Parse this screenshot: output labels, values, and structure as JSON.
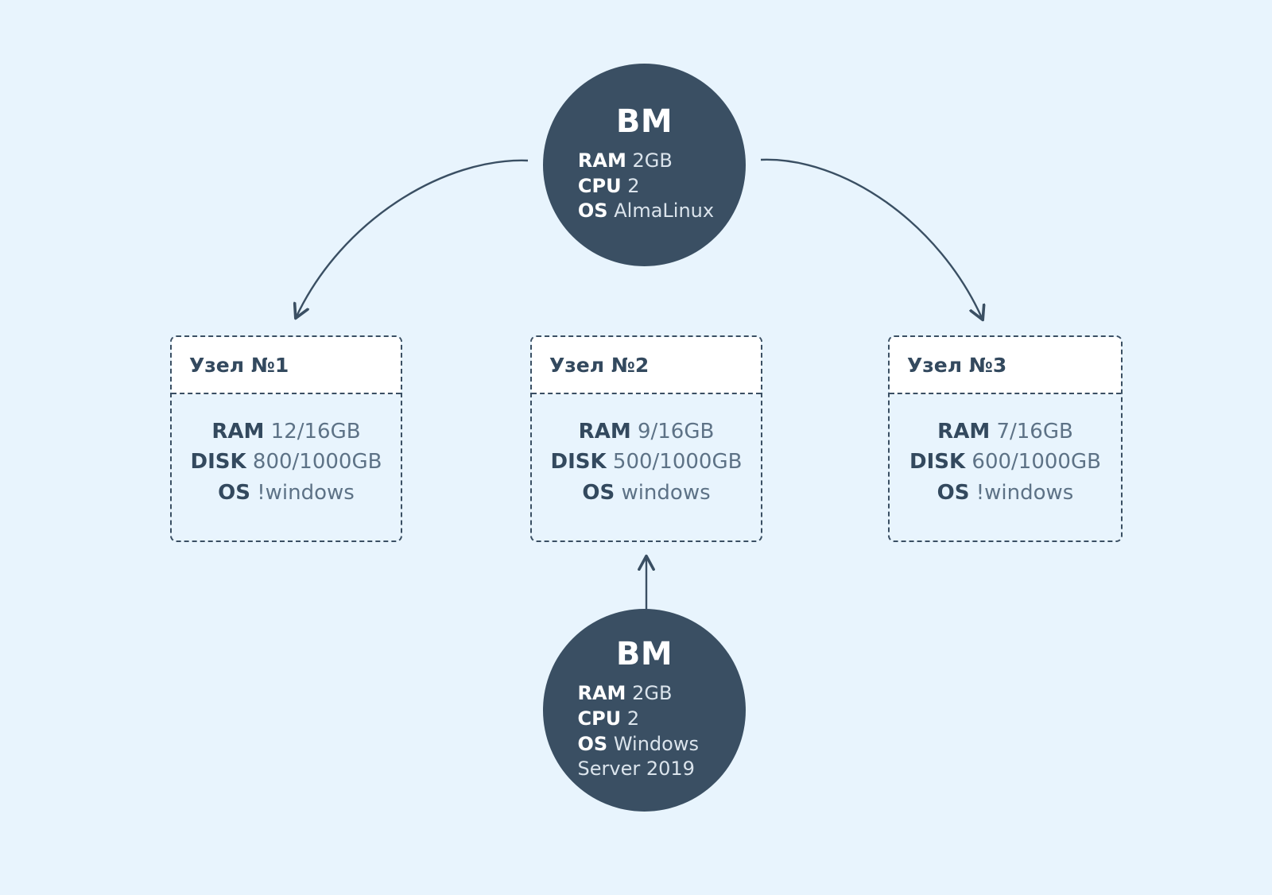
{
  "diagram": {
    "background_color": "#e8f4fd",
    "accent_color": "#3a4f63",
    "text_color": "#33495e"
  },
  "vm_top": {
    "title": "ВМ",
    "specs": [
      {
        "key": "RAM",
        "value": "2GB"
      },
      {
        "key": "CPU",
        "value": "2"
      },
      {
        "key": "OS",
        "value": "AlmaLinux"
      }
    ]
  },
  "vm_bottom": {
    "title": "ВМ",
    "specs": [
      {
        "key": "RAM",
        "value": "2GB"
      },
      {
        "key": "CPU",
        "value": "2"
      },
      {
        "key": "OS",
        "value": " Windows Server 2019"
      }
    ]
  },
  "nodes": [
    {
      "title": "Узел №1",
      "specs": [
        {
          "key": "RAM",
          "value": "12/16GB"
        },
        {
          "key": "DISK",
          "value": "800/1000GB"
        },
        {
          "key": "OS",
          "value": "!windows"
        }
      ]
    },
    {
      "title": "Узел №2",
      "specs": [
        {
          "key": "RAM",
          "value": "9/16GB"
        },
        {
          "key": "DISK",
          "value": "500/1000GB"
        },
        {
          "key": "OS",
          "value": "windows"
        }
      ]
    },
    {
      "title": "Узел №3",
      "specs": [
        {
          "key": "RAM",
          "value": "7/16GB"
        },
        {
          "key": "DISK",
          "value": "600/1000GB"
        },
        {
          "key": "OS",
          "value": "!windows"
        }
      ]
    }
  ],
  "connectors": [
    {
      "name": "vm-top-to-node-1",
      "style": "curved-arrow"
    },
    {
      "name": "vm-top-to-node-3",
      "style": "curved-arrow"
    },
    {
      "name": "vm-bottom-to-node-2",
      "style": "straight-arrow"
    }
  ]
}
